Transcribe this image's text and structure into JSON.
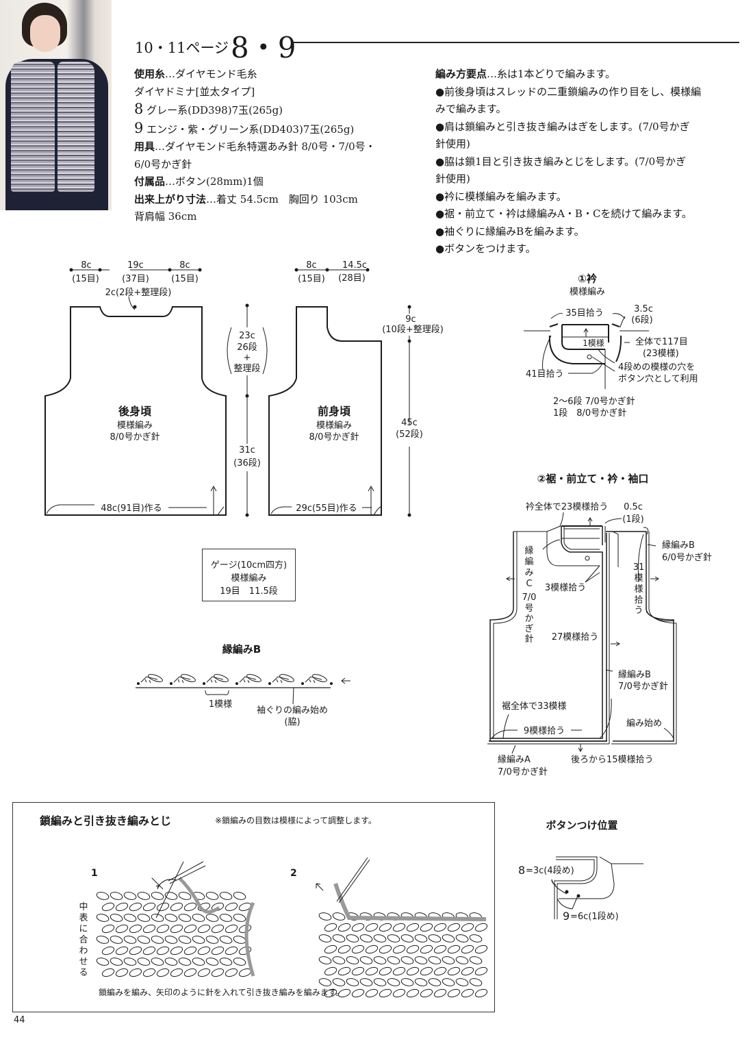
{
  "header": {
    "page_ref": "10・11ページ",
    "item_numbers": "8・9"
  },
  "photo": {
    "alt": "woman-wearing-crochet-vest"
  },
  "materials": {
    "yarn_label": "使用糸",
    "yarn": "…ダイヤモンド毛糸",
    "yarn_type": "ダイヤドミナ[並太タイプ]",
    "color8_num": "8",
    "color8": "グレー系(DD398)7玉(265g)",
    "color9_num": "9",
    "color9": "エンジ・紫・グリーン系(DD403)7玉(265g)",
    "tools_label": "用具",
    "tools": "…ダイヤモンド毛糸特選あみ針 8/0号・7/0号・",
    "tools2": "6/0号かぎ針",
    "accessory_label": "付属品",
    "accessory": "…ボタン(28mm)1個",
    "size_label": "出来上がり寸法",
    "size": "…着丈 54.5cm　胸回り 103cm",
    "size2": "背肩幅 36cm"
  },
  "points": {
    "label": "編み方要点",
    "intro": "…糸は1本どりで編みます。",
    "items": [
      "●前後身頃はスレッドの二重鎖編みの作り目をし、模様編",
      "みで編みます。",
      "●肩は鎖編みと引き抜き編みはぎをします。(7/0号かぎ",
      "針使用)",
      "●脇は鎖1目と引き抜き編みとじをします。(7/0号かぎ",
      "針使用)",
      "●衿に模様編みを編みます。",
      "●裾・前立て・衿は縁編みA・B・Cを続けて編みます。",
      "●袖ぐりに縁編みBを編みます。",
      "●ボタンをつけます。"
    ]
  },
  "back_body": {
    "title": "後身頃",
    "pattern": "模様編み",
    "hook": "8/0号かぎ針",
    "top_dims": [
      {
        "cm": "8c",
        "st": "(15目)"
      },
      {
        "cm": "19c",
        "st": "(37目)"
      },
      {
        "cm": "8c",
        "st": "(15目)"
      }
    ],
    "neck": "2c(2段+整理段)",
    "armhole_h": "23c",
    "armhole_rows1": "26段",
    "armhole_plus": "+",
    "armhole_rows2": "整理段",
    "body_h": "31c",
    "body_rows": "(36段)",
    "cast_on": "48c(91目)作る"
  },
  "front_body": {
    "title": "前身頃",
    "pattern": "模様編み",
    "hook": "8/0号かぎ針",
    "top_dims": [
      {
        "cm": "8c",
        "st": "(15目)"
      },
      {
        "cm": "14.5c",
        "st": "(28目)"
      }
    ],
    "neck_h": "9c",
    "neck_rows": "(10段+整理段)",
    "total_h": "45c",
    "total_rows": "(52段)",
    "cast_on": "29c(55目)作る"
  },
  "gauge": {
    "line1": "ゲージ(10cm四方)",
    "line2": "模様編み",
    "line3": "19目　11.5段"
  },
  "collar": {
    "title": "①衿",
    "pattern": "模様編み",
    "pick35": "35目拾う",
    "h": "3.5c",
    "h_rows": "(6段)",
    "repeat": "1模様",
    "total": "全体で117目",
    "total2": "(23模様)",
    "pick41": "41目拾う",
    "hole1": "4段めの模様の穴を",
    "hole2": "ボタン穴として利用",
    "hook1": "2〜6段 7/0号かぎ針",
    "hook2": "1段　8/0号かぎ針"
  },
  "edging": {
    "title": "②裾・前立て・衿・袖口",
    "collar_pick": "衿全体で23模様拾う",
    "w": "0.5c",
    "w_rows": "(1段)",
    "c_label": "縁編みC",
    "c_hook": "7/0号かぎ針",
    "pick3": "3模様拾う",
    "pick27": "27模様拾う",
    "b6_label": "縁編みB",
    "b6_hook": "6/0号かぎ針",
    "pick31": "31模様拾う",
    "b7_label": "縁編みB",
    "b7_hook": "7/0号かぎ針",
    "hem_total": "裾全体で33模様",
    "pick9": "9模様拾う",
    "start": "編み始め",
    "a_label": "縁編みA",
    "a_hook": "7/0号かぎ針",
    "pick15": "後ろから15模様拾う"
  },
  "edging_b_chart": {
    "title": "縁編みB",
    "repeat": "1模様",
    "start1": "袖ぐりの編み始め",
    "start2": "(脇)"
  },
  "button_pos": {
    "title": "ボタンつけ位置",
    "pos8_num": "8",
    "pos8": "=3c(4段め)",
    "pos9_num": "9",
    "pos9": "=6c(1段め)"
  },
  "seam_box": {
    "title": "鎖編みと引き抜き編みとじ",
    "note": "※鎖編みの目数は模様によって調整します。",
    "step1": "1",
    "step2": "2",
    "side_label": "中表に合わせる",
    "caption": "鎖編みを編み、矢印のように針を入れて引き抜き編みを編みます。"
  },
  "page_number": "44"
}
